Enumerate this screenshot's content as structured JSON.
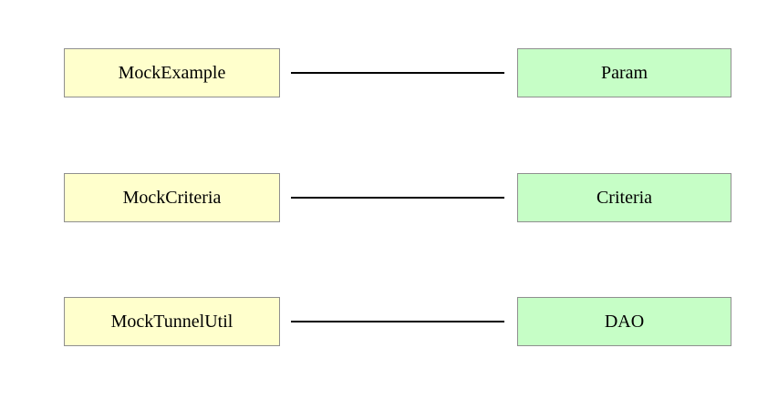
{
  "diagram": {
    "rows": [
      {
        "left": "MockExample",
        "right": "Param"
      },
      {
        "left": "MockCriteria",
        "right": "Criteria"
      },
      {
        "left": "MockTunnelUtil",
        "right": "DAO"
      }
    ],
    "colors": {
      "mock_box_fill": "#ffffcc",
      "target_box_fill": "#c6fec6",
      "box_border": "#8f8f8f",
      "connector": "#000000",
      "background": "#ffffff",
      "text": "#000000"
    }
  }
}
